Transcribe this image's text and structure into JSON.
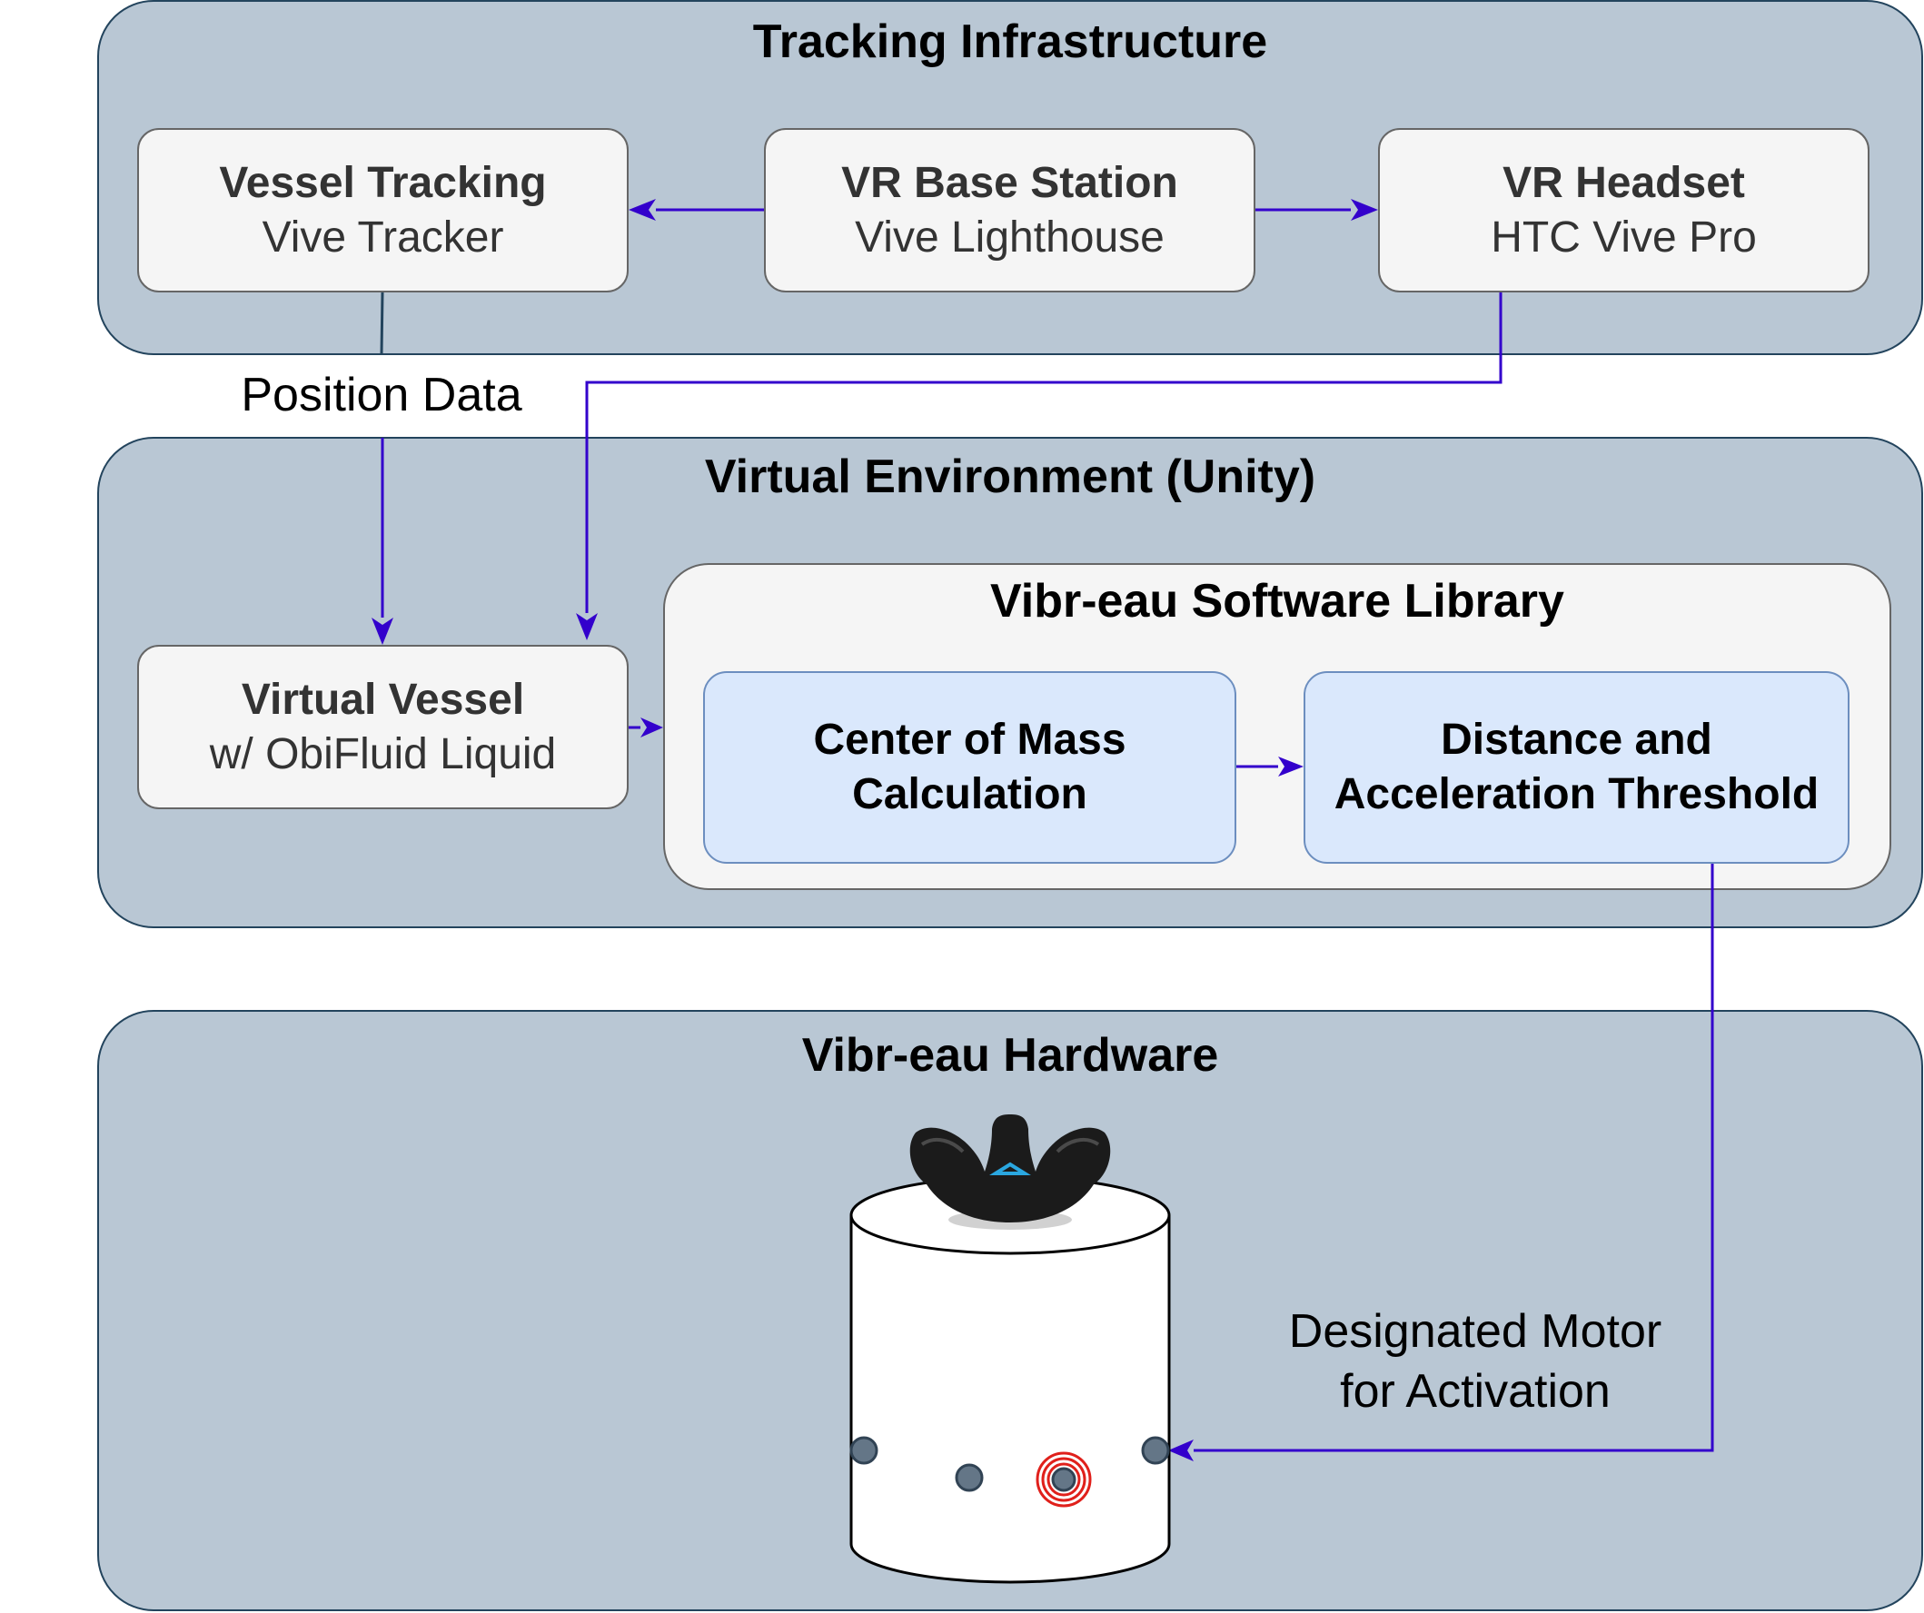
{
  "groups": {
    "tracking": {
      "title": "Tracking Infrastructure"
    },
    "virtual": {
      "title": "Virtual Environment (Unity)"
    },
    "hardware": {
      "title": "Vibr-eau Hardware"
    }
  },
  "nodes": {
    "vessel_tracking": {
      "title": "Vessel Tracking",
      "subtitle": "Vive Tracker"
    },
    "base_station": {
      "title": "VR Base Station",
      "subtitle": "Vive Lighthouse"
    },
    "headset": {
      "title": "VR Headset",
      "subtitle": "HTC Vive Pro"
    },
    "virtual_vessel": {
      "title": "Virtual Vessel",
      "subtitle": "w/ ObiFluid Liquid"
    },
    "library": {
      "title": "Vibr-eau Software Library"
    },
    "com": {
      "line1": "Center of Mass",
      "line2": "Calculation"
    },
    "threshold": {
      "line1": "Distance and",
      "line2": "Acceleration Threshold"
    }
  },
  "edge_labels": {
    "position_data": "Position Data",
    "motor_line1": "Designated Motor",
    "motor_line2": "for Activation"
  },
  "colors": {
    "group_fill": "#b9c7d4",
    "group_stroke": "#23445d",
    "box_fill": "#f5f5f5",
    "box_stroke": "#666666",
    "blue_fill": "#dae8fc",
    "blue_stroke": "#6c8ebf",
    "arrow": "#3300cc",
    "active_motor": "#e0201b"
  }
}
